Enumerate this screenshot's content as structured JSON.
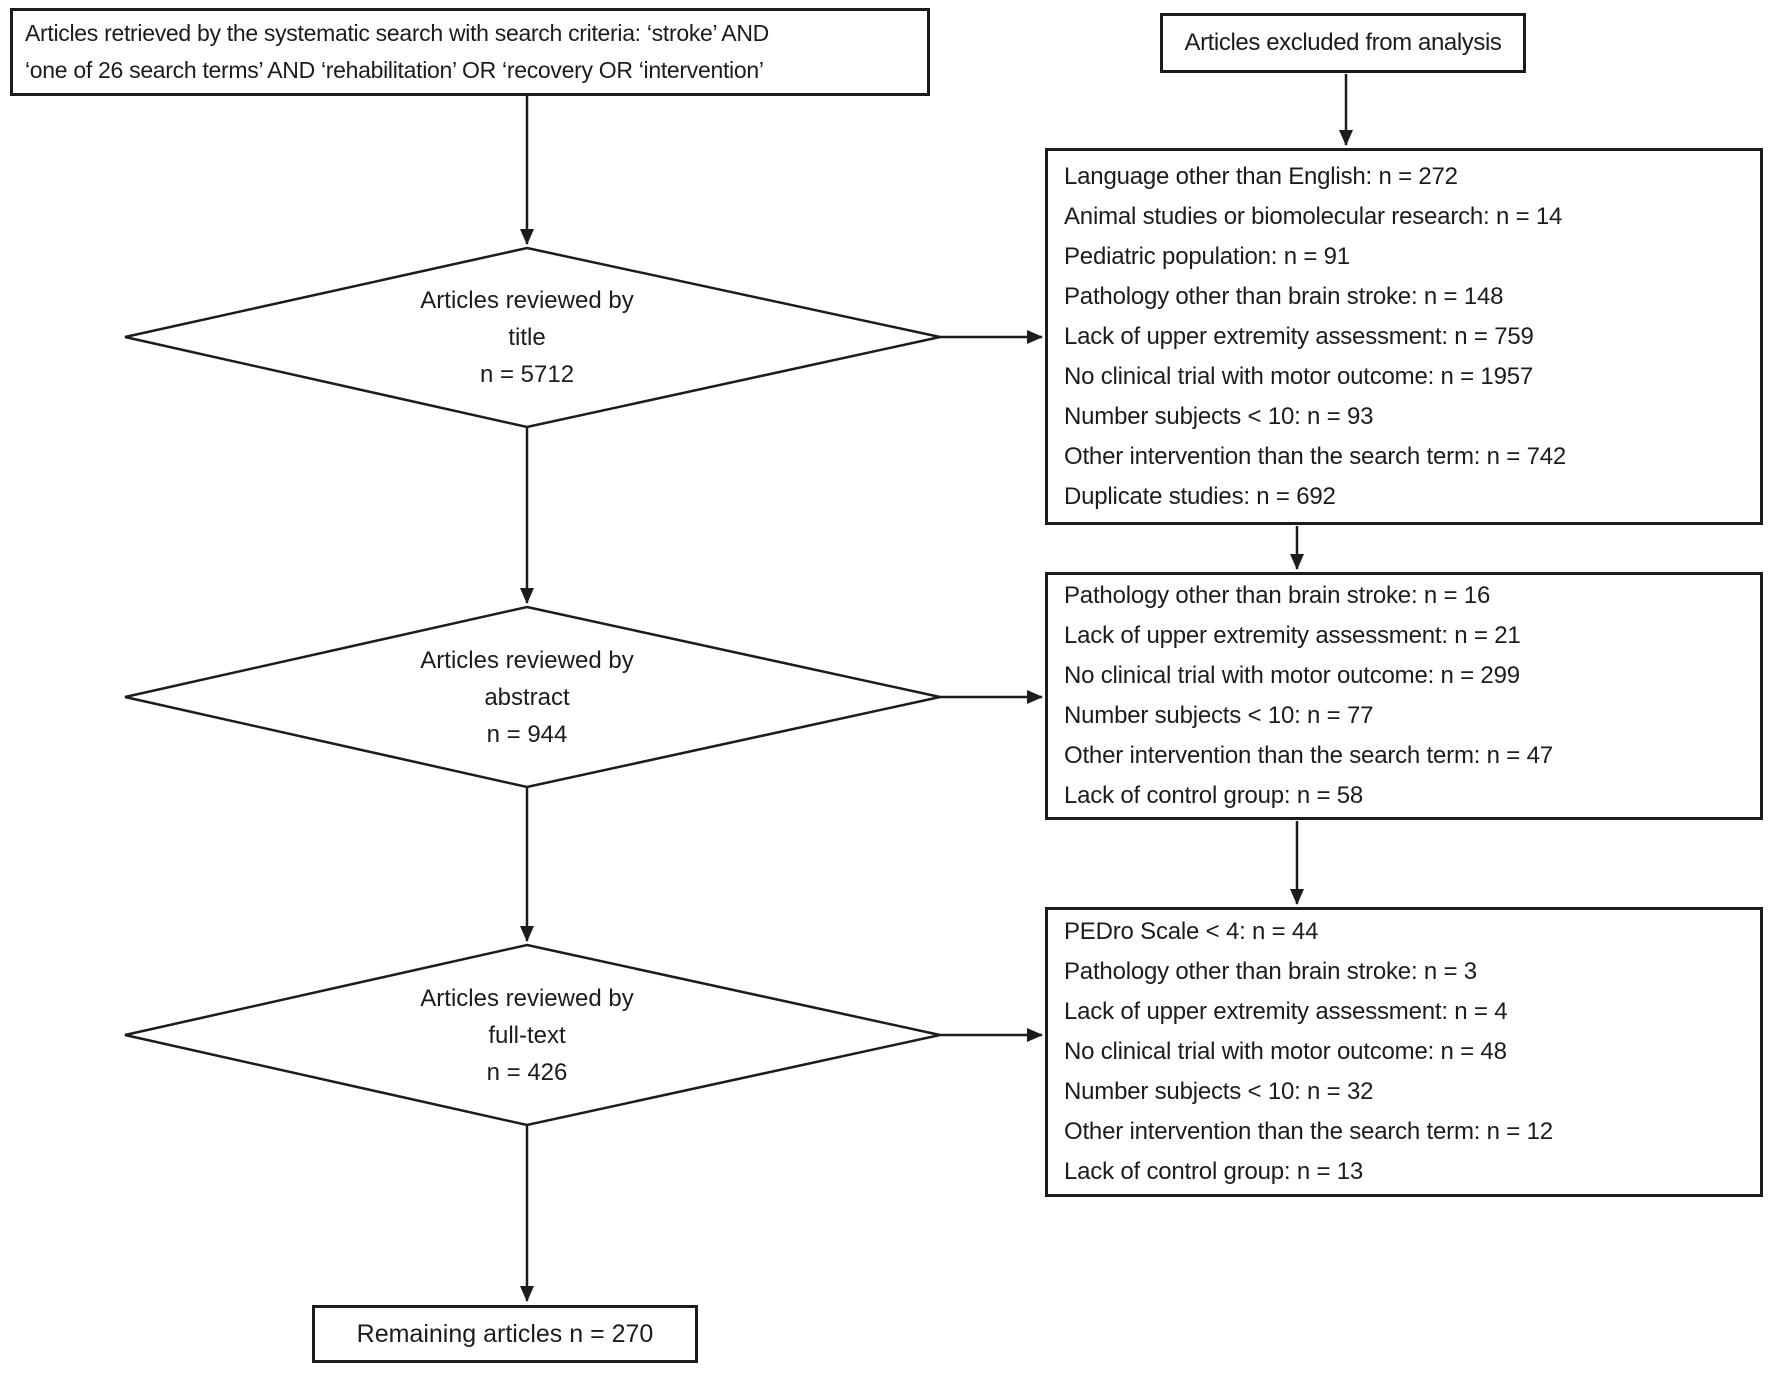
{
  "source_box": {
    "line1": "Articles retrieved by the systematic search with search criteria: ‘stroke’ AND",
    "line2": "‘one of 26 search terms’ AND ‘rehabilitation’ OR ‘recovery OR ‘intervention’"
  },
  "excluded_header": {
    "label": "Articles excluded from analysis"
  },
  "diamonds": [
    {
      "line1": "Articles reviewed by",
      "line2": "title",
      "line3": "n = 5712"
    },
    {
      "line1": "Articles reviewed by",
      "line2": "abstract",
      "line3": "n = 944"
    },
    {
      "line1": "Articles reviewed by",
      "line2": "full-text",
      "line3": "n = 426"
    }
  ],
  "exclusion_boxes": [
    {
      "lines": [
        "Language other than English: n = 272",
        "Animal studies or biomolecular research: n = 14",
        "Pediatric population: n = 91",
        "Pathology other than brain stroke: n = 148",
        "Lack of upper extremity assessment: n = 759",
        "No clinical trial with motor outcome: n = 1957",
        "Number subjects < 10: n = 93",
        "Other intervention than the search term: n = 742",
        "Duplicate studies: n = 692"
      ]
    },
    {
      "lines": [
        "Pathology other than brain stroke: n = 16",
        "Lack of upper extremity assessment: n = 21",
        "No clinical trial with motor outcome: n = 299",
        "Number subjects < 10: n = 77",
        "Other intervention than the search term: n = 47",
        "Lack of control group: n = 58"
      ]
    },
    {
      "lines": [
        "PEDro Scale < 4: n = 44",
        "Pathology other than brain stroke: n = 3",
        "Lack of upper extremity assessment: n = 4",
        "No clinical trial with motor outcome: n = 48",
        "Number subjects < 10: n = 32",
        "Other intervention than the search term: n = 12",
        "Lack of control group: n = 13"
      ]
    }
  ],
  "final_box": {
    "label": "Remaining articles n = 270"
  },
  "colors": {
    "line": "#1c1c1c",
    "text": "#1c1c1c",
    "background": "#ffffff"
  }
}
